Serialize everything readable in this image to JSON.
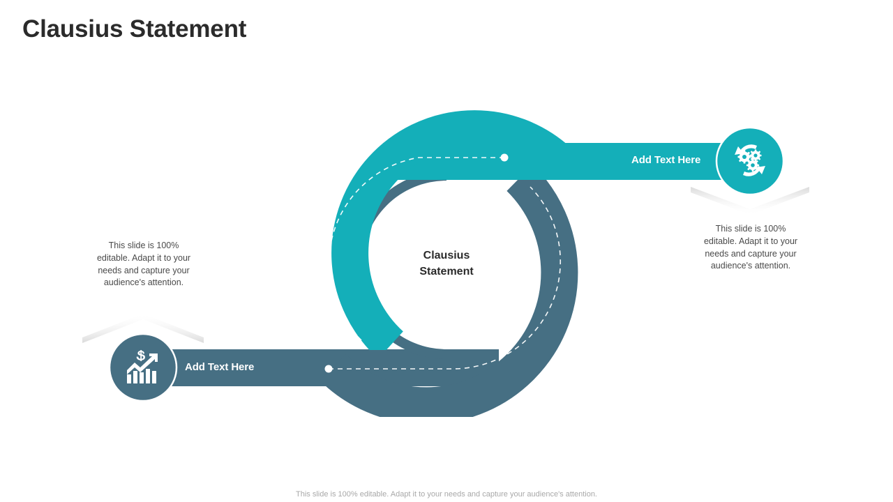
{
  "slide": {
    "title": "Clausius Statement",
    "footer_note": "This slide is 100% editable. Adapt it to your needs and capture your audience's attention."
  },
  "center": {
    "line1": "Clausius",
    "line2": "Statement"
  },
  "colors": {
    "teal": "#14AFB9",
    "slate": "#466F83",
    "title_text": "#2b2b2b",
    "caption_text": "#4a4a4a",
    "footer_text": "#a8a8a8",
    "background": "#ffffff",
    "shadow_gray": "#e8e8e8"
  },
  "branches": [
    {
      "id": "top-branch",
      "label": "Add Text Here",
      "color": "#14AFB9",
      "icon": "gears-cycle-icon",
      "caption": "This slide is 100% editable. Adapt it to your needs and capture your audience's attention."
    },
    {
      "id": "bottom-branch",
      "label": "Add Text Here",
      "color": "#466F83",
      "icon": "growth-chart-dollar-icon",
      "caption": "This slide is 100% editable. Adapt it to your needs and capture your audience's attention."
    }
  ],
  "captions": {
    "left": "This slide is 100% editable. Adapt it to your needs and capture your audience's attention.",
    "right": "This slide is 100% editable. Adapt it to your needs and capture your audience's attention."
  }
}
